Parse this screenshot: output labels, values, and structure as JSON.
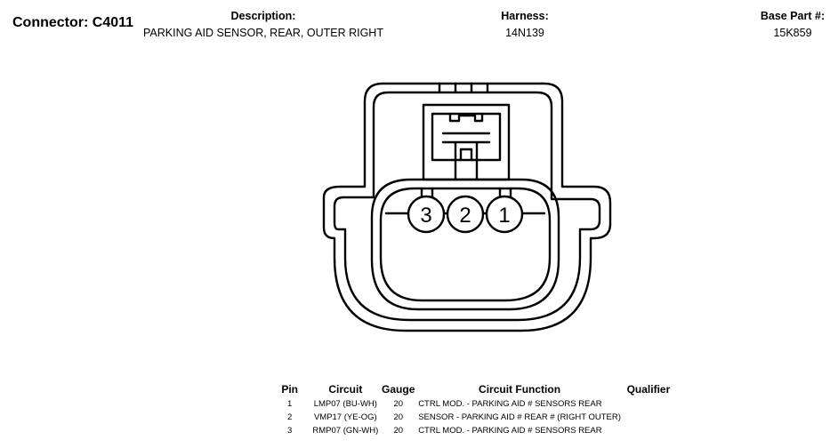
{
  "header": {
    "connector": "Connector: C4011",
    "description_label": "Description:",
    "description_value": "PARKING AID SENSOR, REAR, OUTER RIGHT",
    "harness_label": "Harness:",
    "harness_value": "14N139",
    "base_part_label": "Base Part #:",
    "base_part_value": "15K859"
  },
  "diagram": {
    "pins": [
      {
        "number": "3"
      },
      {
        "number": "2"
      },
      {
        "number": "1"
      }
    ]
  },
  "table": {
    "columns": [
      "Pin",
      "Circuit",
      "Gauge",
      "Circuit Function",
      "Qualifier"
    ],
    "rows": [
      {
        "pin": "1",
        "circuit": "LMP07 (BU-WH)",
        "gauge": "20",
        "function": "CTRL MOD. - PARKING AID # SENSORS REAR",
        "qualifier": ""
      },
      {
        "pin": "2",
        "circuit": "VMP17 (YE-OG)",
        "gauge": "20",
        "function": "SENSOR - PARKING AID # REAR # (RIGHT OUTER)",
        "qualifier": ""
      },
      {
        "pin": "3",
        "circuit": "RMP07 (GN-WH)",
        "gauge": "20",
        "function": "CTRL MOD. - PARKING AID # SENSORS REAR",
        "qualifier": ""
      }
    ]
  }
}
